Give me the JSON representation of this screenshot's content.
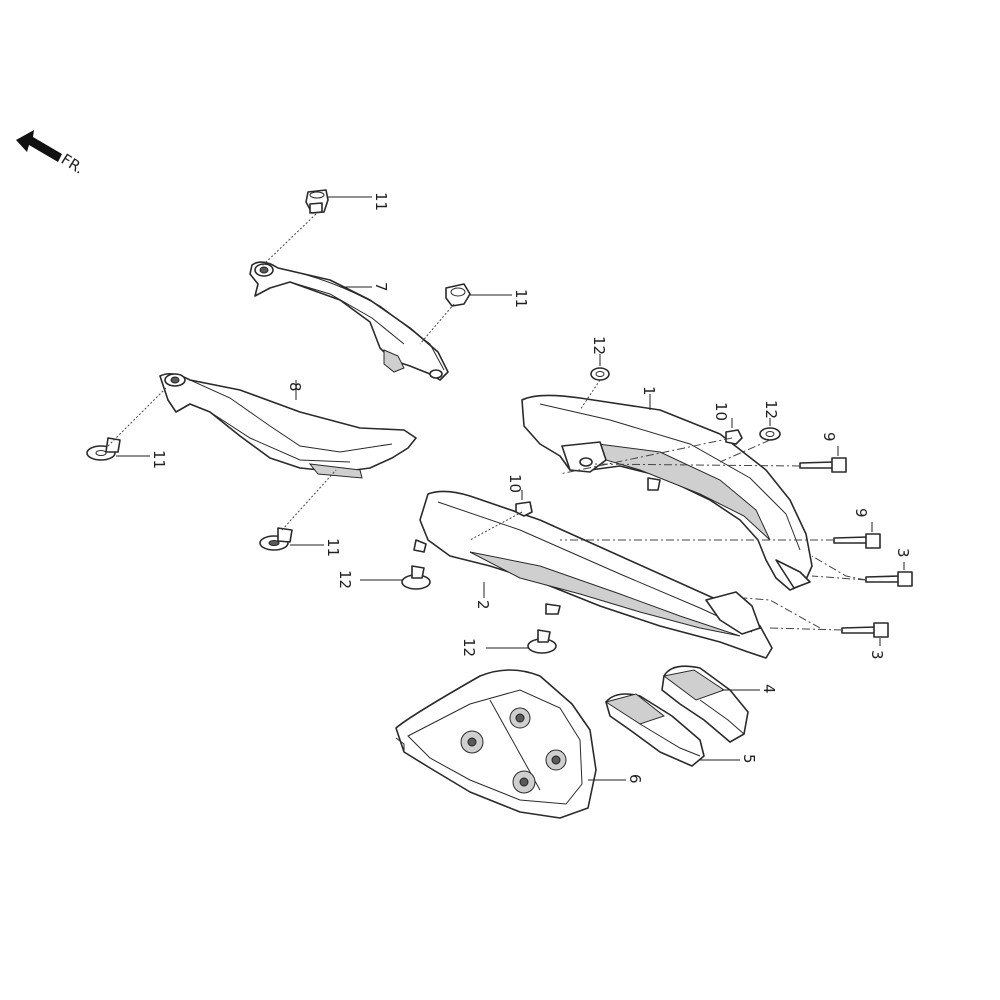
{
  "diagram": {
    "front_indicator": {
      "label": "FR.",
      "icon": "arrow-icon"
    },
    "callouts": [
      {
        "id": "c11a",
        "number": "11"
      },
      {
        "id": "c7",
        "number": "7"
      },
      {
        "id": "c11b",
        "number": "11"
      },
      {
        "id": "c8",
        "number": "8"
      },
      {
        "id": "c11c",
        "number": "11"
      },
      {
        "id": "c11d",
        "number": "11"
      },
      {
        "id": "c12a",
        "number": "12"
      },
      {
        "id": "c1",
        "number": "1"
      },
      {
        "id": "c10a",
        "number": "10"
      },
      {
        "id": "c12b",
        "number": "12"
      },
      {
        "id": "c9a",
        "number": "9"
      },
      {
        "id": "c10b",
        "number": "10"
      },
      {
        "id": "c9b",
        "number": "9"
      },
      {
        "id": "c3a",
        "number": "3"
      },
      {
        "id": "c12c",
        "number": "12"
      },
      {
        "id": "c2",
        "number": "2"
      },
      {
        "id": "c3b",
        "number": "3"
      },
      {
        "id": "c12d",
        "number": "12"
      },
      {
        "id": "c4",
        "number": "4"
      },
      {
        "id": "c5",
        "number": "5"
      },
      {
        "id": "c6",
        "number": "6"
      }
    ]
  }
}
